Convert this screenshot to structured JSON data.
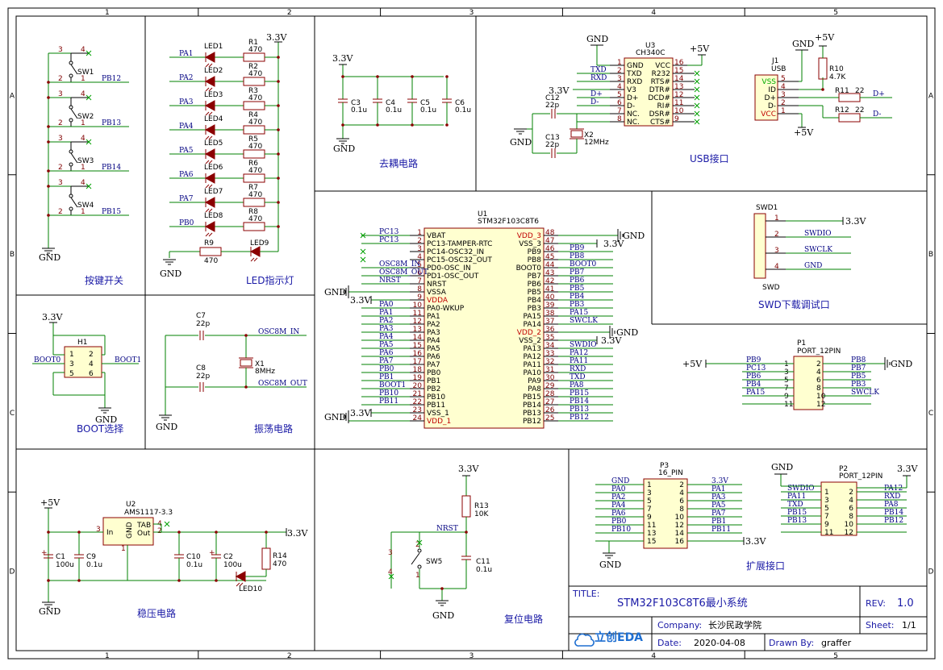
{
  "frame": {
    "columns": [
      "1",
      "2",
      "3",
      "4",
      "5"
    ],
    "rows": [
      "A",
      "B",
      "C",
      "D"
    ]
  },
  "sections": {
    "buttons": "按键开关",
    "leds": "LED指示灯",
    "decoupling": "去耦电路",
    "usb": "USB接口",
    "swd": "SWD下载调试口",
    "boot": "BOOT选择",
    "osc": "振荡电路",
    "regulator": "稳压电路",
    "reset": "复位电路",
    "expansion": "扩展接口"
  },
  "nets": {
    "gnd": "GND",
    "v33": "3.3V",
    "v5": "+5V"
  },
  "buttons": [
    {
      "ref": "SW1",
      "net": "PB12"
    },
    {
      "ref": "SW2",
      "net": "PB13"
    },
    {
      "ref": "SW3",
      "net": "PB14"
    },
    {
      "ref": "SW4",
      "net": "PB15"
    }
  ],
  "leds": [
    {
      "net": "PA1",
      "led": "LED1",
      "res": "R1",
      "val": "470"
    },
    {
      "net": "PA2",
      "led": "LED2",
      "res": "R2",
      "val": "470"
    },
    {
      "net": "PA3",
      "led": "LED3",
      "res": "R3",
      "val": "470"
    },
    {
      "net": "PA4",
      "led": "LED4",
      "res": "R4",
      "val": "470"
    },
    {
      "net": "PA5",
      "led": "LED5",
      "res": "R5",
      "val": "470"
    },
    {
      "net": "PA6",
      "led": "LED6",
      "res": "R6",
      "val": "470"
    },
    {
      "net": "PA7",
      "led": "LED7",
      "res": "R7",
      "val": "470"
    },
    {
      "net": "PB0",
      "led": "LED8",
      "res": "R8",
      "val": "470"
    }
  ],
  "led9": {
    "led": "LED9",
    "res": "R9",
    "val": "470"
  },
  "caps": [
    {
      "ref": "C3",
      "val": "0.1u"
    },
    {
      "ref": "C4",
      "val": "0.1u"
    },
    {
      "ref": "C5",
      "val": "0.1u"
    },
    {
      "ref": "C6",
      "val": "0.1u"
    }
  ],
  "u3": {
    "ref": "U3",
    "part": "CH340C",
    "left": [
      [
        "1",
        "GND"
      ],
      [
        "2",
        "TXD"
      ],
      [
        "3",
        "RXD"
      ],
      [
        "4",
        "V3"
      ],
      [
        "5",
        "D+"
      ],
      [
        "6",
        "D-"
      ],
      [
        "7",
        "NC."
      ],
      [
        "8",
        "NC."
      ]
    ],
    "right": [
      [
        "16",
        "VCC"
      ],
      [
        "15",
        "R232"
      ],
      [
        "14",
        "RTS#"
      ],
      [
        "13",
        "DTR#"
      ],
      [
        "12",
        "DCD#"
      ],
      [
        "11",
        "RI#"
      ],
      [
        "10",
        "DSR#"
      ],
      [
        "9",
        "CTS#"
      ]
    ],
    "nets": [
      "TXD",
      "RXD",
      "D+",
      "D-"
    ],
    "c12": "C12",
    "c12v": "22p",
    "c13": "C13",
    "c13v": "22p",
    "x2": "X2",
    "x2v": "12MHz"
  },
  "usb": {
    "ref": "J1",
    "part": "USB",
    "pins": [
      [
        "VSS",
        "5"
      ],
      [
        "ID",
        "4"
      ],
      [
        "D+",
        "3"
      ],
      [
        "D-",
        "2"
      ],
      [
        "VCC",
        "1"
      ]
    ],
    "r10": "R10",
    "r10v": "4.7K",
    "r11": "R11",
    "r11v": "22",
    "r12": "R12",
    "r12v": "22",
    "dp": "D+",
    "dm": "D-"
  },
  "swd": {
    "ref": "SWD1",
    "name": "SWD",
    "pins": [
      [
        "1",
        "3.3V"
      ],
      [
        "2",
        "SWDIO"
      ],
      [
        "3",
        "SWCLK"
      ],
      [
        "4",
        "GND"
      ]
    ]
  },
  "u1": {
    "ref": "U1",
    "part": "STM32F103C8T6",
    "left": [
      [
        "1",
        "VBAT",
        "PC13"
      ],
      [
        "2",
        "PC13-TAMPER-RTC",
        "PC13"
      ],
      [
        "3",
        "PC14-OSC32_IN",
        ""
      ],
      [
        "4",
        "PC15-OSC32_OUT",
        ""
      ],
      [
        "5",
        "PD0-OSC_IN",
        "OSC8M_IN"
      ],
      [
        "6",
        "PD1-OSC_OUT",
        "OSC8M_OUT"
      ],
      [
        "7",
        "NRST",
        "NRST"
      ],
      [
        "8",
        "VSSA",
        ""
      ],
      [
        "9",
        "VDDA",
        ""
      ],
      [
        "10",
        "PA0-WKUP",
        "PA0"
      ],
      [
        "11",
        "PA1",
        "PA1"
      ],
      [
        "12",
        "PA2",
        "PA2"
      ],
      [
        "13",
        "PA3",
        "PA3"
      ],
      [
        "14",
        "PA4",
        "PA4"
      ],
      [
        "15",
        "PA5",
        "PA5"
      ],
      [
        "16",
        "PA6",
        "PA6"
      ],
      [
        "17",
        "PA7",
        "PA7"
      ],
      [
        "18",
        "PB0",
        "PB0"
      ],
      [
        "19",
        "PB1",
        "PB1"
      ],
      [
        "20",
        "PB2",
        "BOOT1"
      ],
      [
        "21",
        "PB10",
        "PB10"
      ],
      [
        "22",
        "PB11",
        "PB11"
      ],
      [
        "23",
        "VSS_1",
        ""
      ],
      [
        "24",
        "VDD_1",
        ""
      ]
    ],
    "right": [
      [
        "48",
        "VDD_3",
        ""
      ],
      [
        "47",
        "VSS_3",
        ""
      ],
      [
        "46",
        "PB9",
        "PB9"
      ],
      [
        "45",
        "PB8",
        "PB8"
      ],
      [
        "44",
        "BOOT0",
        "BOOT0"
      ],
      [
        "43",
        "PB7",
        "PB7"
      ],
      [
        "42",
        "PB6",
        "PB6"
      ],
      [
        "41",
        "PB5",
        "PB5"
      ],
      [
        "40",
        "PB4",
        "PB4"
      ],
      [
        "39",
        "PB3",
        "PB3"
      ],
      [
        "38",
        "PA15",
        "PA15"
      ],
      [
        "37",
        "PA14",
        "SWCLK"
      ],
      [
        "36",
        "VDD_2",
        ""
      ],
      [
        "35",
        "VSS_2",
        ""
      ],
      [
        "34",
        "PA13",
        "SWDIO"
      ],
      [
        "33",
        "PA12",
        "PA12"
      ],
      [
        "32",
        "PA11",
        "PA11"
      ],
      [
        "31",
        "PA10",
        "RXD"
      ],
      [
        "30",
        "PA9",
        "TXD"
      ],
      [
        "29",
        "PA8",
        "PA8"
      ],
      [
        "28",
        "PB15",
        "PB15"
      ],
      [
        "27",
        "PB14",
        "PB14"
      ],
      [
        "26",
        "PB13",
        "PB13"
      ],
      [
        "25",
        "PB12",
        "PB12"
      ]
    ]
  },
  "p1": {
    "ref": "P1",
    "part": "PORT_12PIN",
    "rows": [
      [
        "PB9",
        "1",
        "2",
        "PB8"
      ],
      [
        "PC13",
        "3",
        "4",
        "PB7"
      ],
      [
        "PB6",
        "5",
        "6",
        "PB5"
      ],
      [
        "PB4",
        "7",
        "8",
        "PB3"
      ],
      [
        "PA15",
        "9",
        "10",
        "SWCLK"
      ],
      [
        "",
        "11",
        "12",
        ""
      ]
    ]
  },
  "p3": {
    "ref": "P3",
    "part": "16_PIN",
    "rows": [
      [
        "GND",
        "1",
        "2",
        "3.3V"
      ],
      [
        "PA0",
        "3",
        "4",
        "PA1"
      ],
      [
        "PA2",
        "5",
        "6",
        "PA3"
      ],
      [
        "PA4",
        "7",
        "8",
        "PA5"
      ],
      [
        "PA6",
        "9",
        "10",
        "PA7"
      ],
      [
        "PB0",
        "11",
        "12",
        "PB1"
      ],
      [
        "PB10",
        "13",
        "14",
        "PB11"
      ],
      [
        "",
        "15",
        "16",
        ""
      ]
    ]
  },
  "p2": {
    "ref": "P2",
    "part": "PORT_12PIN",
    "rows": [
      [
        "SWDIO",
        "1",
        "2",
        "PA12"
      ],
      [
        "PA11",
        "3",
        "4",
        "RXD"
      ],
      [
        "TXD",
        "5",
        "6",
        "PA8"
      ],
      [
        "PB15",
        "7",
        "8",
        "PB14"
      ],
      [
        "PB13",
        "9",
        "10",
        "PB12"
      ],
      [
        "",
        "11",
        "12",
        ""
      ]
    ]
  },
  "boot": {
    "ref": "H1",
    "left": "BOOT0",
    "right": "BOOT1",
    "pins": [
      "1",
      "2",
      "3",
      "4",
      "5",
      "6"
    ]
  },
  "osc": {
    "c7": "C7",
    "c7v": "22p",
    "c8": "C8",
    "c8v": "22p",
    "x1": "X1",
    "x1v": "8MHz",
    "in": "OSC8M_IN",
    "out": "OSC8M_OUT"
  },
  "reg": {
    "ref": "U2",
    "part": "AMS1117-3.3",
    "in": "In",
    "gnd": "GND",
    "tab": "TAB",
    "out": "Out",
    "c1": "C1",
    "c1v": "100u",
    "c9": "C9",
    "c9v": "0.1u",
    "c10": "C10",
    "c10v": "0.1u",
    "c2": "C2",
    "c2v": "100u",
    "r14": "R14",
    "r14v": "470",
    "led10": "LED10"
  },
  "reset": {
    "r13": "R13",
    "r13v": "10K",
    "net": "NRST",
    "sw": "SW5",
    "c11": "C11",
    "c11v": "0.1u"
  },
  "titleblock": {
    "title_k": "TITLE:",
    "title": "STM32F103C8T6最小系统",
    "rev_k": "REV:",
    "rev": "1.0",
    "company_k": "Company:",
    "company": "长沙民政学院",
    "sheet_k": "Sheet:",
    "sheet": "1/1",
    "date_k": "Date:",
    "date": "2020-04-08",
    "drawn_k": "Drawn By:",
    "drawn": "graffer",
    "logo": "立创EDA"
  }
}
